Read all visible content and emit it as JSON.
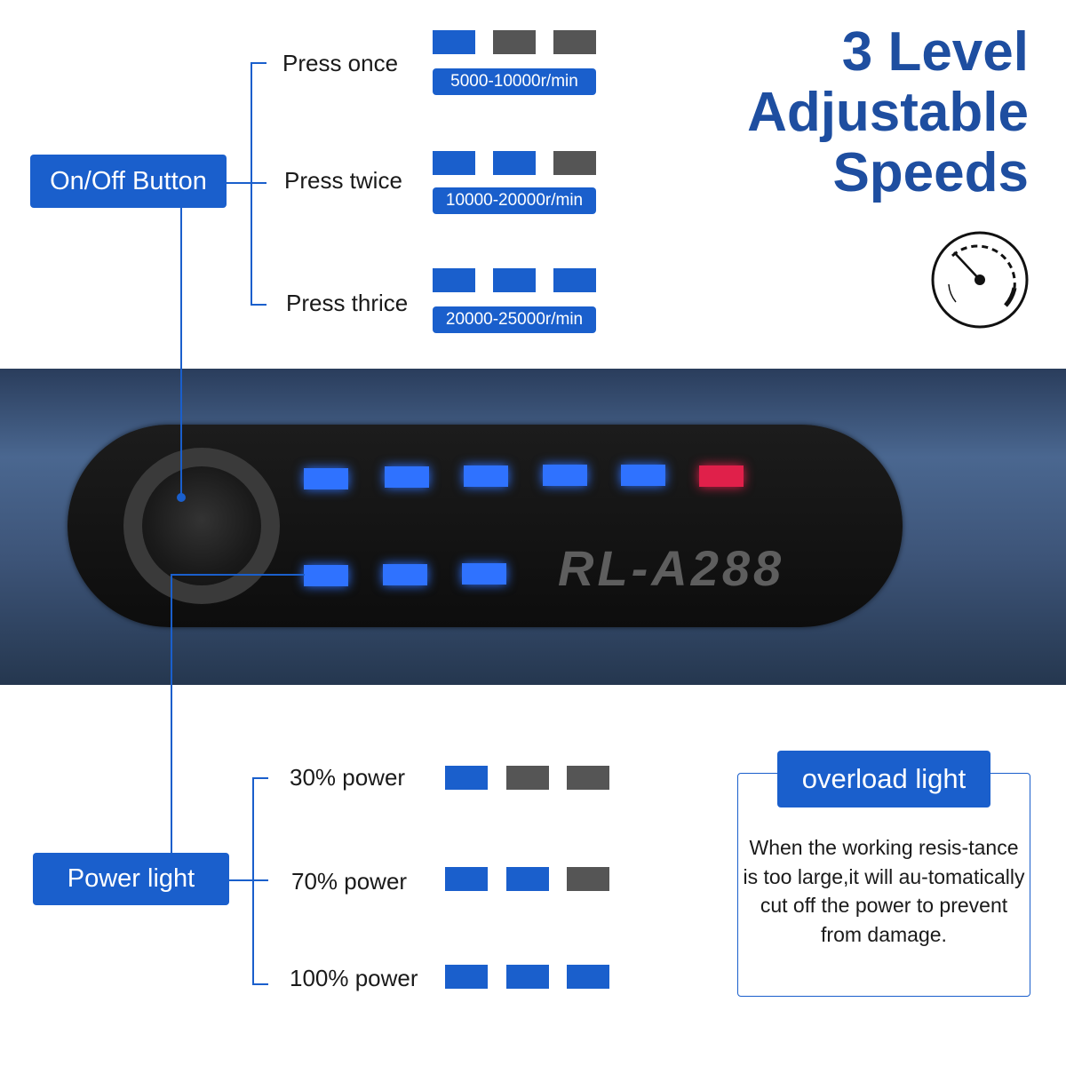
{
  "headline": {
    "line1": "3 Level",
    "line2": "Adjustable",
    "line3": "Speeds"
  },
  "on_off_label": "On/Off Button",
  "power_label": "Power light",
  "overload": {
    "title": "overload light",
    "description": "When the working resis-tance is too large,it will au-tomatically cut off the power to prevent from damage."
  },
  "speed_levels": [
    {
      "label": "Press once",
      "range": "5000-10000r/min",
      "active_blocks": 1
    },
    {
      "label": "Press twice",
      "range": "10000-20000r/min",
      "active_blocks": 2
    },
    {
      "label": "Press thrice",
      "range": "20000-25000r/min",
      "active_blocks": 3
    }
  ],
  "power_levels": [
    {
      "label": "30% power",
      "active_blocks": 1
    },
    {
      "label": "70% power",
      "active_blocks": 2
    },
    {
      "label": "100% power",
      "active_blocks": 3
    }
  ],
  "device": {
    "model": "RL-A288",
    "speed_leds": 5,
    "overload_leds": 1,
    "power_leds": 3
  },
  "icons": {
    "gauge": "speedometer-icon",
    "button": "power-button-icon"
  },
  "colors": {
    "accent_blue": "#1a5fcc",
    "inactive_gray": "#555555",
    "headline_blue": "#1e4ea0",
    "device_body": "#3d5478",
    "panel_black": "#141414",
    "led_blue": "#2f72ff",
    "led_red": "#e0204a"
  }
}
